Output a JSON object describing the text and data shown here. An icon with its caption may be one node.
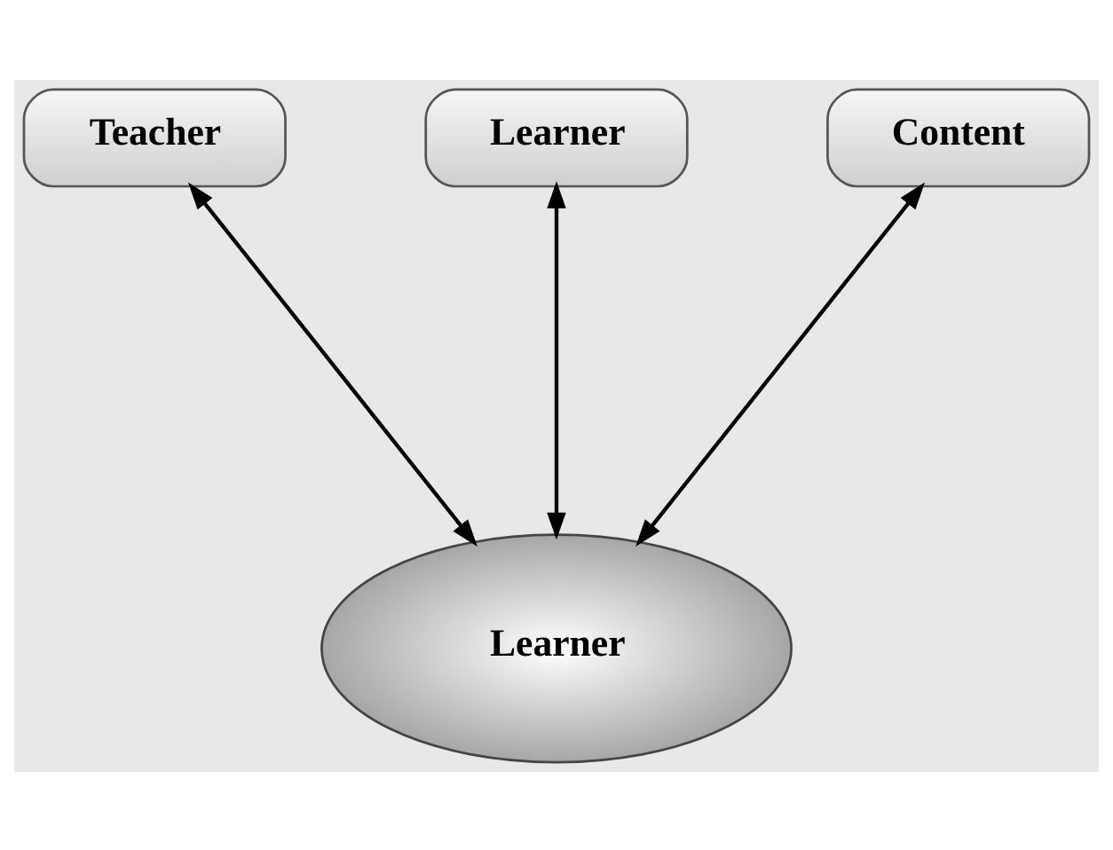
{
  "diagram": {
    "nodes": [
      {
        "text": [
          "Teacher"
        ]
      },
      {
        "text": [
          "Learner"
        ]
      },
      {
        "text": [
          "Content"
        ]
      },
      {
        "text": [
          "Learner"
        ]
      }
    ],
    "edges": [
      {
        "from": 0,
        "to": 3,
        "arrow": "both"
      },
      {
        "from": 1,
        "to": 3,
        "arrow": "both"
      },
      {
        "from": 2,
        "to": 3,
        "arrow": "both"
      }
    ]
  }
}
